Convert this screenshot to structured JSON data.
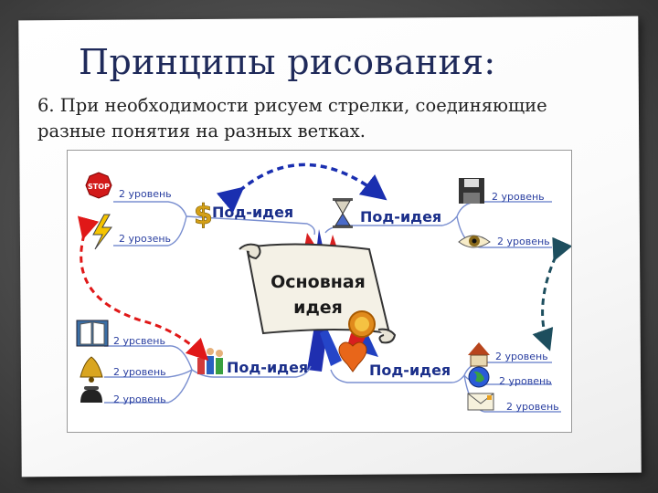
{
  "slide": {
    "title": "Принципы рисования:",
    "point": "6. При необходимости рисуем стрелки, соединяющие разные понятия на разных ветках."
  },
  "diagram": {
    "central_label_line1": "Основная",
    "central_label_line2": "идея",
    "stop_sign_text": "STOP",
    "subidea_top_left": "Под-идея",
    "subidea_top_right": "Под-идея",
    "subidea_bottom_left": "Под-идея",
    "subidea_bottom_right": "Под-идея",
    "level_tl_1": "2 уровень",
    "level_tl_2": "2 урозень",
    "level_tr_1": "2 уровень",
    "level_tr_2": "2 уровень",
    "level_bl_1": "2 урсвень",
    "level_bl_2": "2 уровень",
    "level_bl_3": "2 уровень",
    "level_br_1": "2 уровень",
    "level_br_2": "2 уровень",
    "level_br_3": "2 уровень",
    "colors": {
      "arrow_blue": "#1a2fb0",
      "arrow_red": "#e01818",
      "arrow_teal": "#1d4e5e",
      "branch_line": "#7a8fd0",
      "subidea_text": "#1b2f8a",
      "level_text": "#2a3fa0"
    }
  }
}
